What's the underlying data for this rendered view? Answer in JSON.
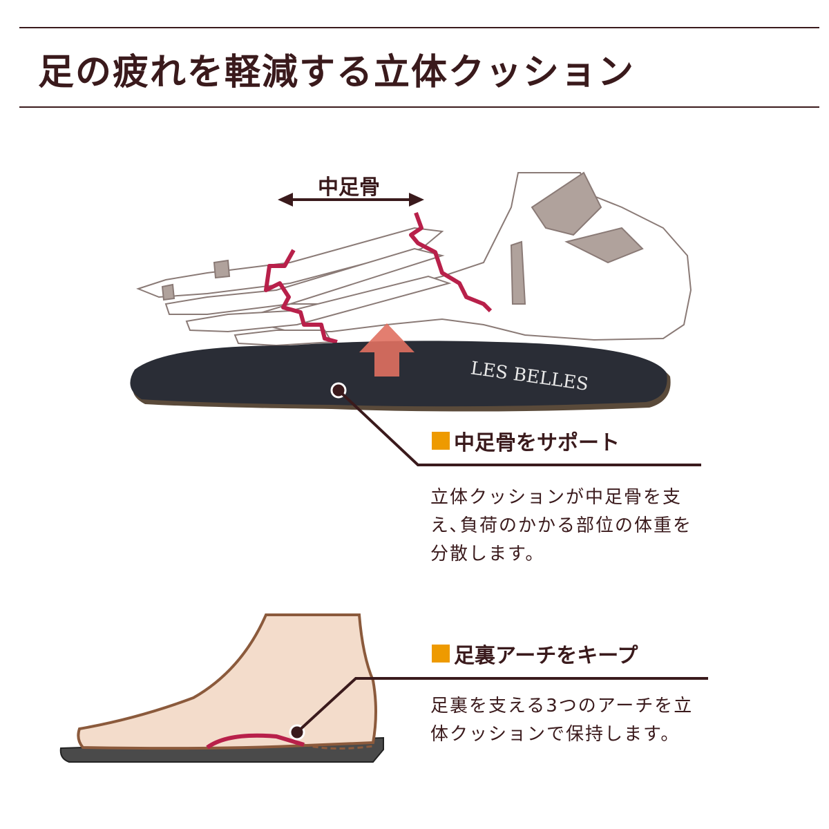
{
  "title": "足の疲れを軽減する立体クッション",
  "bone_label": "中足骨",
  "brand_logo": "LES BELLES",
  "features": [
    {
      "heading": "中足骨をサポート",
      "lines": [
        "立体クッションが中足骨を支",
        "え､負荷のかかる部位の体重を",
        "分散します。"
      ]
    },
    {
      "heading": "足裏アーチをキープ",
      "lines": [
        "足裏を支える3つのアーチを立",
        "体クッションで保持します。"
      ]
    }
  ],
  "colors": {
    "text": "#3a1a1c",
    "accent": "#ee9a00",
    "highlight": "#b8204a",
    "insole": "#2a2d36",
    "skin": "#f3dccb"
  }
}
